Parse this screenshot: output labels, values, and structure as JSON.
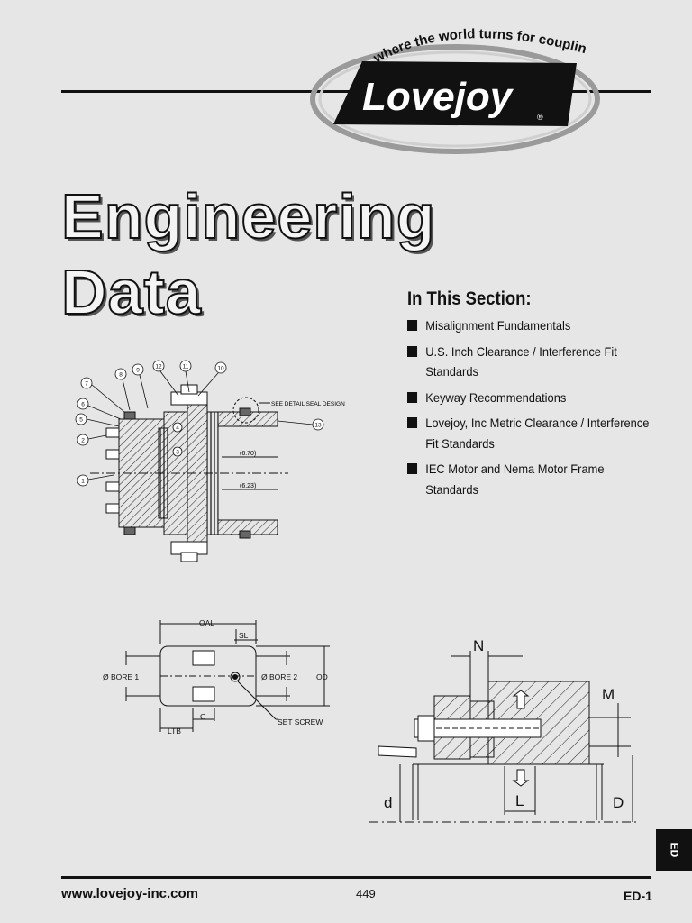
{
  "brand": {
    "tagline": "where the world turns for couplings",
    "name": "Lovejoy",
    "registered": "®"
  },
  "title": {
    "line1": "Engineering",
    "line2": "Data"
  },
  "section": {
    "heading": "In This Section:",
    "items": [
      "Misalignment Fundamentals",
      "U.S. Inch Clearance / Interference Fit Standards",
      "Keyway Recommendations",
      "Lovejoy, Inc Metric Clearance / Interference Fit Standards",
      "IEC Motor and Nema Motor Frame Standards"
    ]
  },
  "drawing1": {
    "callouts": [
      "7",
      "6",
      "5",
      "2",
      "1",
      "8",
      "9",
      "12",
      "11",
      "10",
      "4",
      "3",
      "13"
    ],
    "note": "SEE DETAIL  SEAL DESIGN",
    "dim1": "(6.70)",
    "dim2": "(6.23)"
  },
  "drawing2": {
    "oal": "OAL",
    "sl": "SL",
    "bore1": "Ø BORE 1",
    "bore2": "Ø BORE 2",
    "od": "OD",
    "g": "G",
    "ltb": "LTB",
    "set_screw": "SET SCREW"
  },
  "drawing3": {
    "n": "N",
    "m": "M",
    "l": "L",
    "d_small": "d",
    "d_large": "D"
  },
  "side_tab": "ED",
  "footer": {
    "url": "www.lovejoy-inc.com",
    "page_number": "449",
    "page_code": "ED-1"
  }
}
